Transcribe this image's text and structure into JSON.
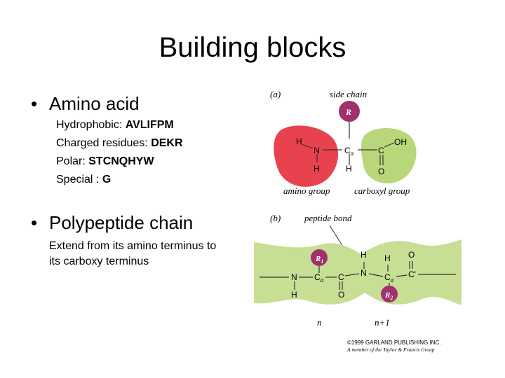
{
  "slide": {
    "title": "Building blocks",
    "bullet1": "Amino acid",
    "aa_lines": [
      {
        "label": "Hydrophobic: ",
        "value": "AVLIFPM"
      },
      {
        "label": "Charged residues: ",
        "value": "DEKR"
      },
      {
        "label": "Polar: ",
        "value": "STCNQHYW"
      },
      {
        "label": "Special : ",
        "value": "G"
      }
    ],
    "bullet2": "Polypeptide chain",
    "chain_text_1": "Extend from its amino terminus to",
    "chain_text_2": "its carboxy terminus"
  },
  "figure": {
    "a_label": "(a)",
    "side_chain": "side chain",
    "amino_group": "amino group",
    "carboxyl_group": "carboxyl group",
    "b_label": "(b)",
    "peptide_bond": "peptide bond",
    "n": "n",
    "n_plus_1": "n+1",
    "copyright": "©1999 GARLAND PUBLISHING INC.",
    "publisher_note": "A member of the Taylor & Francis Group",
    "atoms": {
      "R": "R",
      "R1": "R",
      "R1_sub": "1",
      "R2": "R",
      "R2_sub": "2",
      "N": "N",
      "H": "H",
      "C": "C",
      "O": "O",
      "OH": "OH",
      "Ca": "C",
      "alpha": "α",
      "prime": "'"
    }
  },
  "colors": {
    "amino_red": "#e8424f",
    "carboxyl_green": "#b8d67a",
    "sidechain_purple": "#a0306e",
    "chain_green": "#c7de95"
  }
}
